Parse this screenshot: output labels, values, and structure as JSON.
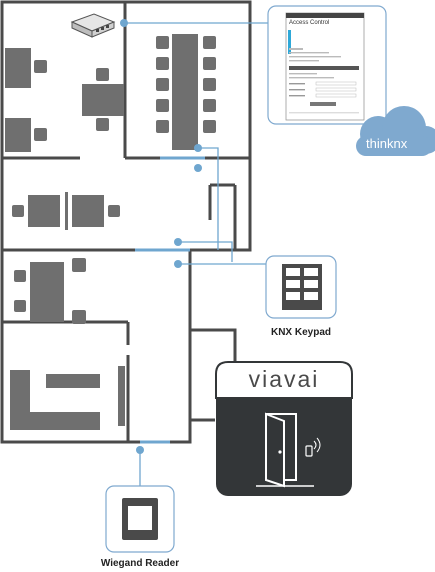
{
  "labels": {
    "cloud": "thinknx",
    "keypad": "KNX Keypad",
    "reader": "Wiegand Reader",
    "brand": "viavai"
  },
  "panel": {
    "title": "Access Control"
  },
  "colors": {
    "wall": "#4a4a4a",
    "furniture": "#6f6f6f",
    "link": "#6fa6cf",
    "cloud": "#7fa9cf",
    "door_panel": "#333638"
  }
}
